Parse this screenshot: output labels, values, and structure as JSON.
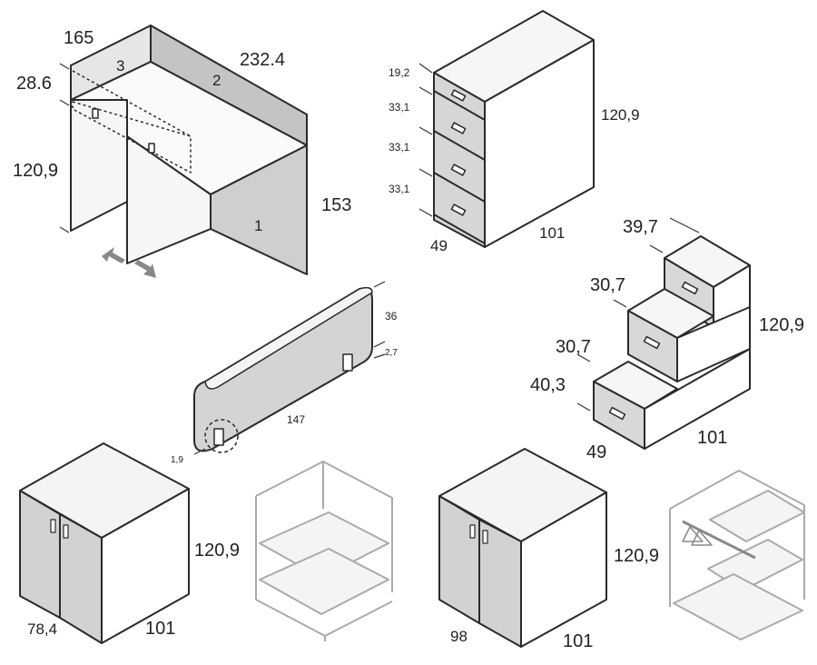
{
  "desk": {
    "dims": {
      "depth": "165",
      "length": "232.4",
      "drawer_height": "28.6",
      "height": "120,9",
      "width": "153"
    },
    "parts": {
      "p1": "1",
      "p2": "2",
      "p3": "3"
    }
  },
  "drawer_unit": {
    "dims": {
      "top": "19,2",
      "d1": "33,1",
      "d2": "33,1",
      "d3": "33,1",
      "height": "120,9",
      "depth": "49",
      "width": "101"
    }
  },
  "panel": {
    "dims": {
      "height": "36",
      "gap": "2,7",
      "length": "147",
      "thickness": "1,9"
    }
  },
  "steps": {
    "dims": {
      "s1": "39,7",
      "s2": "30,7",
      "s3": "30,7",
      "s4": "40,3",
      "height": "120,9",
      "depth": "49",
      "width": "101"
    }
  },
  "cabinet_a": {
    "dims": {
      "height": "120,9",
      "depth": "78,4",
      "width": "101"
    }
  },
  "cabinet_b": {
    "dims": {
      "height": "120,9",
      "depth": "98",
      "width": "101"
    }
  },
  "colors": {
    "outline": "#2a2a2a",
    "face": "#d2d2d2",
    "light": "#f2f2f2",
    "interior": "#b8b8b8"
  }
}
